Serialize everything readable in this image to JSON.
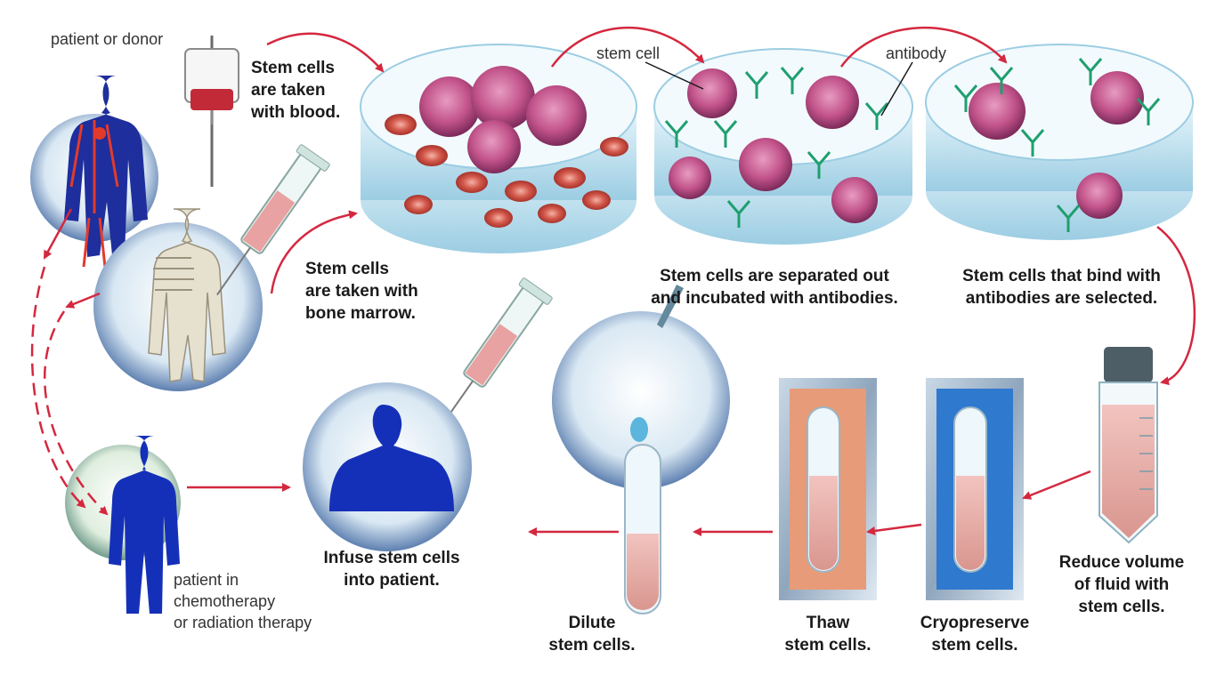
{
  "labels": {
    "patient_or_donor": "patient or donor",
    "blood_1": "Stem cells",
    "blood_2": "are taken",
    "blood_3": "with blood.",
    "marrow_1": "Stem cells",
    "marrow_2": "are taken with",
    "marrow_3": "bone marrow.",
    "stem_cell": "stem cell",
    "antibody": "antibody",
    "separated_1": "Stem cells are separated out",
    "separated_2": "and incubated with antibodies.",
    "selected_1": "Stem cells that bind with",
    "selected_2": "antibodies are selected.",
    "reduce_1": "Reduce volume",
    "reduce_2": "of fluid with",
    "reduce_3": "stem cells.",
    "cryo_1": "Cryopreserve",
    "cryo_2": "stem cells.",
    "thaw_1": "Thaw",
    "thaw_2": "stem cells.",
    "dilute_1": "Dilute",
    "dilute_2": "stem cells.",
    "infuse_1": "Infuse stem cells",
    "infuse_2": "into patient.",
    "chemo_1": "patient in",
    "chemo_2": "chemotherapy",
    "chemo_3": "or radiation therapy"
  },
  "colors": {
    "arrow": "#d4283f",
    "silhouette": "#1530b8",
    "cell_pink": "#c2538a",
    "red_cell": "#c9453b",
    "antibody": "#1f9f6f",
    "dish_glass": "#c8e8f4",
    "thaw_panel": "#e79b78",
    "cryo_panel": "#2f79cf",
    "tube_liquid": "#e0a9a3"
  }
}
